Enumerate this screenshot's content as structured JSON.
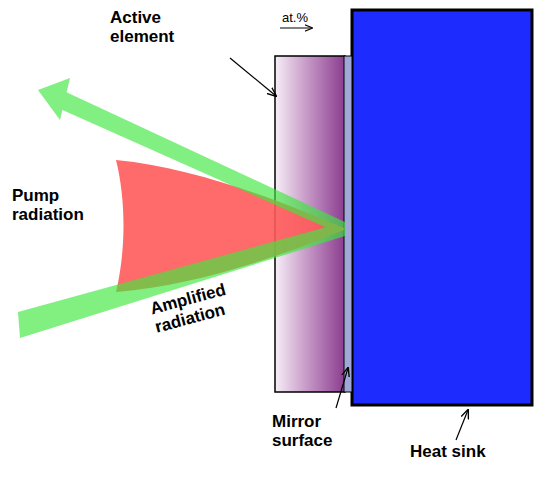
{
  "diagram": {
    "labels": [
      "Active element",
      "at.%",
      "Pump radiation",
      "Amplified radiation",
      "Mirror surface",
      "Heat sink"
    ]
  }
}
